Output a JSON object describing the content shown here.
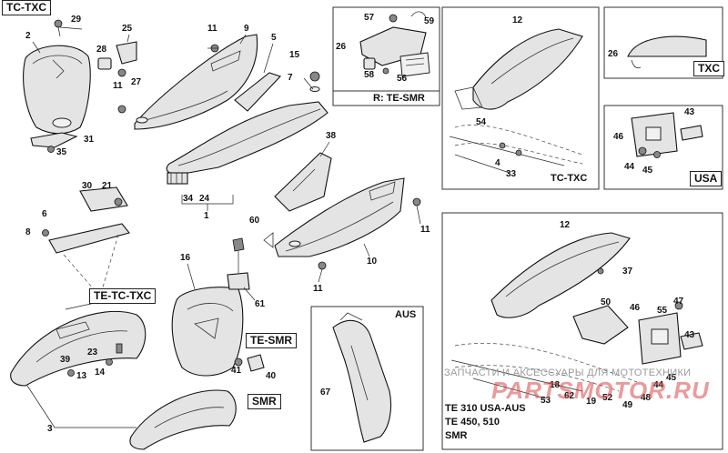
{
  "region_tags": {
    "tc_txc_top": "TC-TXC",
    "te_smr_kit": "R: TE-SMR",
    "tc_txc_right": "TC-TXC",
    "txc": "TXC",
    "usa": "USA",
    "te_tc_txc": "TE-TC-TXC",
    "te_smr": "TE-SMR",
    "smr": "SMR",
    "aus": "AUS",
    "models_line1": "TE 310 USA-AUS",
    "models_line2": "TE 450, 510",
    "models_line3": "SMR"
  },
  "part_numbers": {
    "p1": "1",
    "p2": "2",
    "p3": "3",
    "p4": "4",
    "p5": "5",
    "p6": "6",
    "p7": "7",
    "p8": "8",
    "p9": "9",
    "p10": "10",
    "p11a": "11",
    "p11b": "11",
    "p11c": "11",
    "p11d": "11",
    "p12a": "12",
    "p12b": "12",
    "p13": "13",
    "p14": "14",
    "p15": "15",
    "p16": "16",
    "p18": "18",
    "p19": "19",
    "p21": "21",
    "p23": "23",
    "p24": "24",
    "p25": "25",
    "p26a": "26",
    "p26b": "26",
    "p27": "27",
    "p28": "28",
    "p29": "29",
    "p30": "30",
    "p31": "31",
    "p33": "33",
    "p34": "34",
    "p35": "35",
    "p37": "37",
    "p38": "38",
    "p39": "39",
    "p40": "40",
    "p41": "41",
    "p43a": "43",
    "p43b": "43",
    "p44a": "44",
    "p44b": "44",
    "p45a": "45",
    "p45b": "45",
    "p46a": "46",
    "p46b": "46",
    "p47": "47",
    "p48": "48",
    "p49": "49",
    "p50": "50",
    "p52": "52",
    "p53": "53",
    "p54": "54",
    "p55": "55",
    "p56": "56",
    "p57": "57",
    "p58": "58",
    "p59": "59",
    "p60": "60",
    "p61": "61",
    "p62": "62",
    "p67": "67"
  },
  "watermark": {
    "line": "ЗАПЧАСТИ И АКСЕССУАРЫ ДЛЯ МОТОТЕХНИКИ",
    "logo": "PARTSMOTOR.RU"
  }
}
